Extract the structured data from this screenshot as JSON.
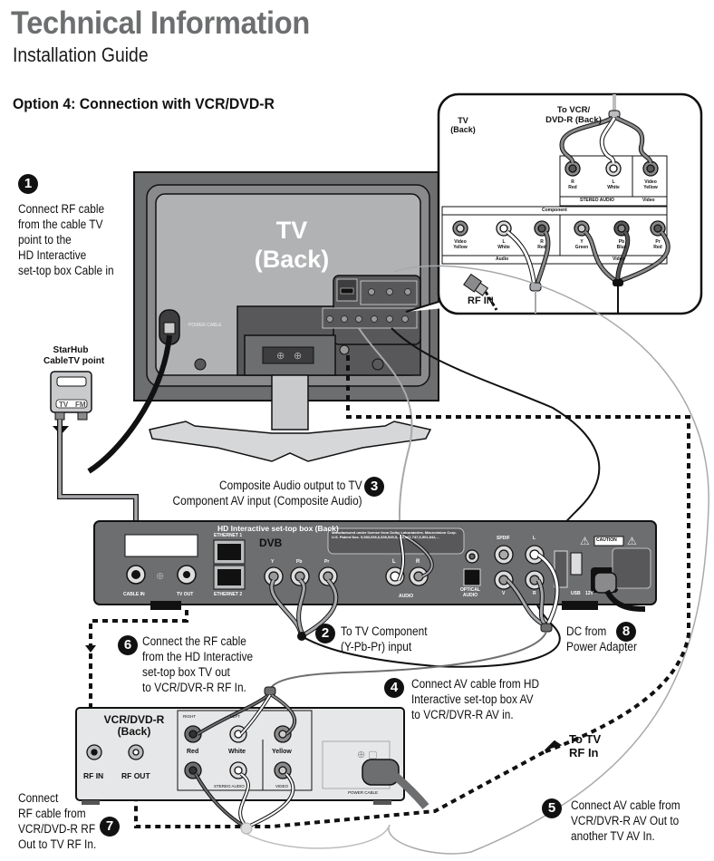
{
  "header": {
    "title": "Technical Information",
    "subtitle": "Installation Guide",
    "option_heading": "Option 4: Connection with VCR/DVD-R"
  },
  "steps": [
    {
      "number": "1",
      "text_lines": [
        "Connect RF cable",
        "from the cable TV",
        "point to the",
        "HD Interactive",
        "set-top box Cable in"
      ]
    },
    {
      "number": "2",
      "text_lines": [
        "To TV Component",
        "(Y-Pb-Pr) input"
      ]
    },
    {
      "number": "3",
      "text_lines": [
        "Composite Audio output to TV",
        "Component AV input (Composite Audio)"
      ]
    },
    {
      "number": "4",
      "text_lines": [
        "Connect AV cable from HD",
        "Interactive set-top box AV",
        "to VCR/DVR-R AV in."
      ]
    },
    {
      "number": "5",
      "text_lines": [
        "Connect AV cable from",
        "VCR/DVR-R AV Out to",
        "another TV AV In."
      ]
    },
    {
      "number": "6",
      "text_lines": [
        "Connect the RF cable",
        "from the HD Interactive",
        "set-top box TV out",
        "to VCR/DVR-R RF In."
      ]
    },
    {
      "number": "7",
      "text_lines": [
        "Connect",
        "RF cable from",
        "VCR/DVD-R RF",
        "Out to TV RF In."
      ]
    },
    {
      "number": "8",
      "text_lines": [
        "DC from",
        "Power Adapter"
      ]
    }
  ],
  "cable_point": {
    "label_line1": "StarHub",
    "label_line2": "CableTV point",
    "port_tv": "TV",
    "port_fm": "FM"
  },
  "tv": {
    "label_line1": "TV",
    "label_line2": "(Back)",
    "power_cable_label": "POWER CABLE"
  },
  "inset": {
    "tv_label_line1": "TV",
    "tv_label_line2": "(Back)",
    "to_vcr_line1": "To VCR/",
    "to_vcr_line2": "DVD-R (Back)",
    "top_ports": [
      {
        "name": "R",
        "color": "Red"
      },
      {
        "name": "L",
        "color": "White"
      },
      {
        "name": "Video",
        "color": "Yellow"
      }
    ],
    "top_group_stereo": "STEREO AUDIO",
    "top_group_video": "Video",
    "component_header": "Component",
    "bottom_ports": [
      {
        "name": "Video",
        "color": "Yellow"
      },
      {
        "name": "L",
        "color": "White"
      },
      {
        "name": "R",
        "color": "Red"
      },
      {
        "name": "Y",
        "color": "Green"
      },
      {
        "name": "Pb",
        "color": "Blue"
      },
      {
        "name": "Pr",
        "color": "Red"
      }
    ],
    "bottom_group_audio": "Audio",
    "bottom_group_video": "Video",
    "rf_in": "RF IN"
  },
  "stb": {
    "label": "HD Interactive set-top box (Back)",
    "ethernet1": "ETHERNET 1",
    "ethernet2": "ETHERNET 2",
    "cable_in": "CABLE IN",
    "tv_out": "TV OUT",
    "dvb_logo": "DVB",
    "y": "Y",
    "pb": "Pb",
    "pr": "Pr",
    "audio_l": "L",
    "audio_r": "R",
    "audio": "AUDIO",
    "dolby_notice": "Manufactured under license from Dolby Laboratories. Macrovision Corp. U.S. Patent Nos. 5,583,936,6,836,549,5,...,6,381,747,6,501,842,...",
    "optical_audio_line1": "OPTICAL",
    "optical_audio_line2": "AUDIO",
    "spdif": "SPDIF",
    "av_l": "L",
    "av_v": "V",
    "av_r": "R",
    "usb": "USB",
    "power": "12V",
    "caution": "CAUTION"
  },
  "vcr": {
    "label_line1": "VCR/DVD-R",
    "label_line2": "(Back)",
    "rf_in": "RF IN",
    "rf_out": "RF OUT",
    "right": "RIGHT",
    "left": "LEFT",
    "red": "Red",
    "white": "White",
    "yellow": "Yellow",
    "stereo_audio": "STEREO AUDIO",
    "video": "VIDEO",
    "power_cable": "POWER CABLE"
  },
  "to_tv_rf_line1": "To TV",
  "to_tv_rf_line2": "RF In",
  "colors": {
    "title_gray": "#6d6e70",
    "device_dark": "#58585a",
    "device_mid": "#8a8a8c",
    "panel_light": "#bcbdbf",
    "cable_gray": "#a7a9ac",
    "black": "#111111"
  }
}
